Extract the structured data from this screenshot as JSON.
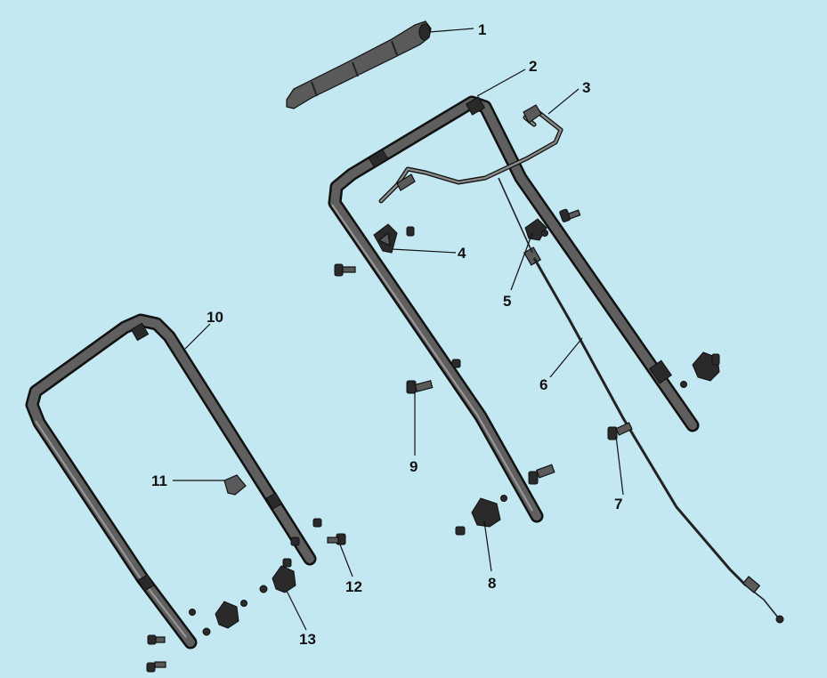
{
  "callouts": [
    {
      "number": "1"
    },
    {
      "number": "2"
    },
    {
      "number": "3"
    },
    {
      "number": "4"
    },
    {
      "number": "5"
    },
    {
      "number": "6"
    },
    {
      "number": "7"
    },
    {
      "number": "8"
    },
    {
      "number": "9"
    },
    {
      "number": "10"
    },
    {
      "number": "11"
    },
    {
      "number": "12"
    },
    {
      "number": "13"
    }
  ],
  "colors": {
    "background": "#c3e8f2",
    "tube": "#5f5f5f",
    "outline": "#111111"
  }
}
